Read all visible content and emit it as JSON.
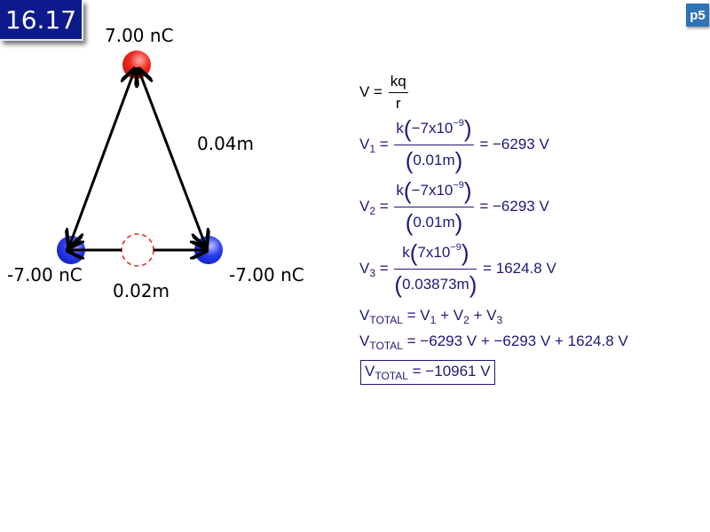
{
  "slide": {
    "number": "16.17",
    "page_badge": "p5"
  },
  "diagram": {
    "top_charge": "7.00 nC",
    "left_charge": "-7.00 nC",
    "right_charge": "-7.00 nC",
    "side_distance": "0.04m",
    "base_distance": "0.02m",
    "colors": {
      "positive": "#e8201a",
      "negative": "#1a2ee0",
      "point": "#e03020"
    }
  },
  "equations": {
    "general": {
      "lhs": "V =",
      "num": "kq",
      "den": "r"
    },
    "v1": {
      "lhs": "V",
      "sub": "1",
      "num_k": "k",
      "num": "−7x10",
      "exp": "−9",
      "den": "0.01m",
      "result": "= −6293 V"
    },
    "v2": {
      "lhs": "V",
      "sub": "2",
      "num_k": "k",
      "num": "−7x10",
      "exp": "−9",
      "den": "0.01m",
      "result": "= −6293 V"
    },
    "v3": {
      "lhs": "V",
      "sub": "3",
      "num_k": "k",
      "num": "7x10",
      "exp": "−9",
      "den": "0.03873m",
      "result": "= 1624.8 V"
    },
    "sum": {
      "lhs": "V",
      "sub": "TOTAL",
      "rhs_a": "= V",
      "s1": "1",
      "plus1": " + V",
      "s2": "2",
      "plus2": " + V",
      "s3": "3"
    },
    "subst": {
      "lhs": "V",
      "sub": "TOTAL",
      "rhs": "= −6293 V + −6293 V + 1624.8 V"
    },
    "final": {
      "lhs": "V",
      "sub": "TOTAL",
      "rhs": "= −10961 V"
    }
  }
}
